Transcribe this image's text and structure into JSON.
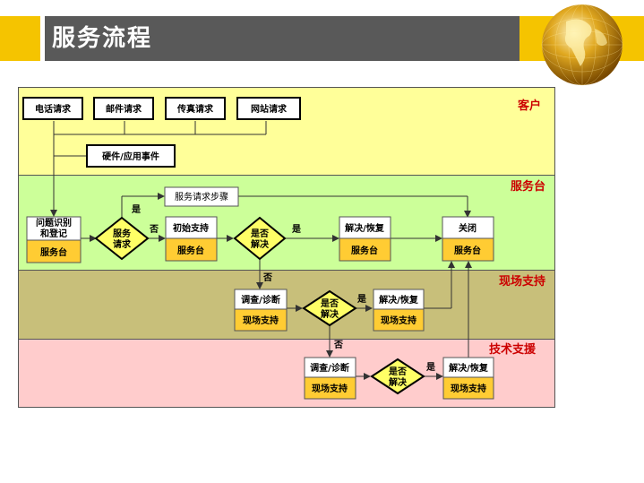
{
  "header": {
    "title": "服务流程",
    "colors": {
      "accent": "#f5c400",
      "bar": "#595959"
    }
  },
  "lanes": [
    {
      "label": "客户",
      "color": "#ffff99"
    },
    {
      "label": "服务台",
      "color": "#ccff99"
    },
    {
      "label": "现场支持",
      "color": "#c8bf7a"
    },
    {
      "label": "技术支援",
      "color": "#ffcccc"
    }
  ],
  "nodes": {
    "phone": "电话请求",
    "mail": "邮件请求",
    "fax": "传真请求",
    "web": "网站请求",
    "hw": "硬件/应用事件",
    "steps": "服务请求步骤",
    "identify": "问题识别和登记",
    "identify_role": "服务台",
    "service_req": "服务请求",
    "initial": "初始支持",
    "initial_role": "服务台",
    "resolved1": "是否解决",
    "fix1": "解决/恢复",
    "fix1_role": "服务台",
    "close": "关闭",
    "close_role": "服务台",
    "diag2": "调查/诊断",
    "diag2_role": "现场支持",
    "resolved2": "是否解决",
    "fix2": "解决/恢复",
    "fix2_role": "现场支持",
    "diag3": "调查/诊断",
    "diag3_role": "现场支持",
    "resolved3": "是否解决",
    "fix3": "解决/恢复",
    "fix3_role": "现场支持"
  },
  "edge_labels": {
    "yes": "是",
    "no": "否"
  }
}
